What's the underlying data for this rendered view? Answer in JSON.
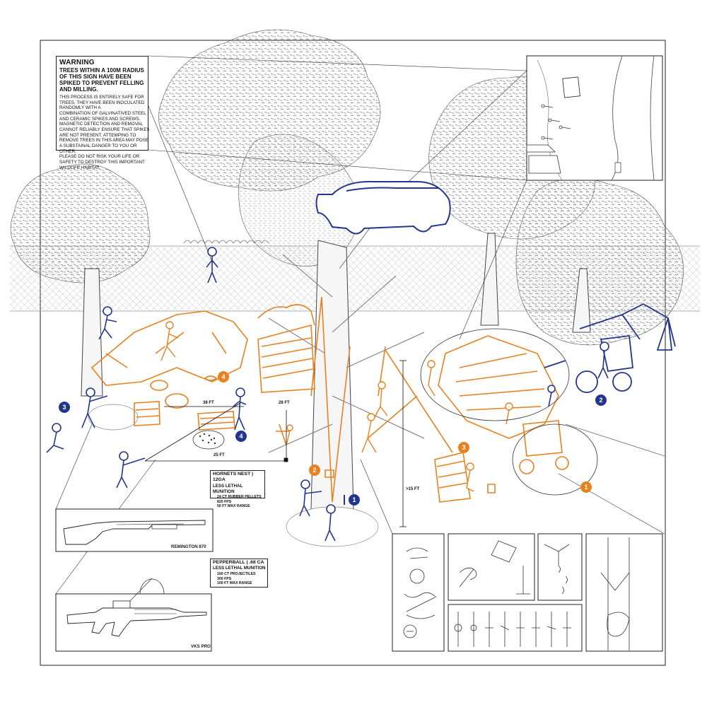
{
  "colors": {
    "orange": "#E8811F",
    "blue": "#23368F",
    "line": "#222222",
    "tree": "#8a8a8a",
    "fence": "#bdbdbd"
  },
  "warning": {
    "heading": "WARNING",
    "lead": "TREES WITHIN A 100M RADIUS OF THIS SIGN HAVE BEEN SPIKED TO PREVENT FELLING AND MILLING.",
    "line1": "THIS PROCESS IS ENTIRELY SAFE FOR TREES. THEY HAVE BEEN INOCULATED RANDOMLY WITH A",
    "line2": "COMBINATION OF GALVINATIVED STEEL AND CERAMIC SPIKES AND SCREWS.",
    "line3": "MAGNETIC DETECTION AND REMOVAL CANNOT RELIABLY ENSURE THAT SPIKES ARE NOT PRESENT. ATTEMPING TO REMOVE TREES IN THIS AREA MAY POSE A SUBSTAINAL DANGER TO YOU OR OTHER.",
    "line4": "PLEASE DO NOT RISK YOUR LIFE OR SAFETY TO DESTROY THIS IMPORTANT WILDLIFE HABITAT."
  },
  "hornets": {
    "title": "HORNETS NEST | 12GA",
    "subtitle": "LESS LETHAL MUNITION",
    "lines": [
      "24 CT RUBBER PELLETS",
      "825 FPS",
      "50 FT MAX RANGE"
    ]
  },
  "pepperball": {
    "title": "PEPPERBALL | .68 CA",
    "subtitle": "LESS LETHAL MUNITION",
    "lines": [
      "160 CT PROJECTILES",
      "300 FPS",
      "100 FT MAX RANGE"
    ]
  },
  "weapons": {
    "shotgun": "REMINGTON 870",
    "rifle": "VKS PRO"
  },
  "dimensions": {
    "d38": "38 FT",
    "d28": "28 FT",
    "d25": "25 FT",
    "d15": ">15 FT"
  },
  "markers": [
    {
      "label": "4",
      "color": "orange"
    },
    {
      "label": "4",
      "color": "blue"
    },
    {
      "label": "3",
      "color": "blue"
    },
    {
      "label": "2",
      "color": "orange"
    },
    {
      "label": "1",
      "color": "blue"
    },
    {
      "label": "3",
      "color": "orange"
    },
    {
      "label": "1",
      "color": "orange"
    },
    {
      "label": "2",
      "color": "blue"
    }
  ]
}
